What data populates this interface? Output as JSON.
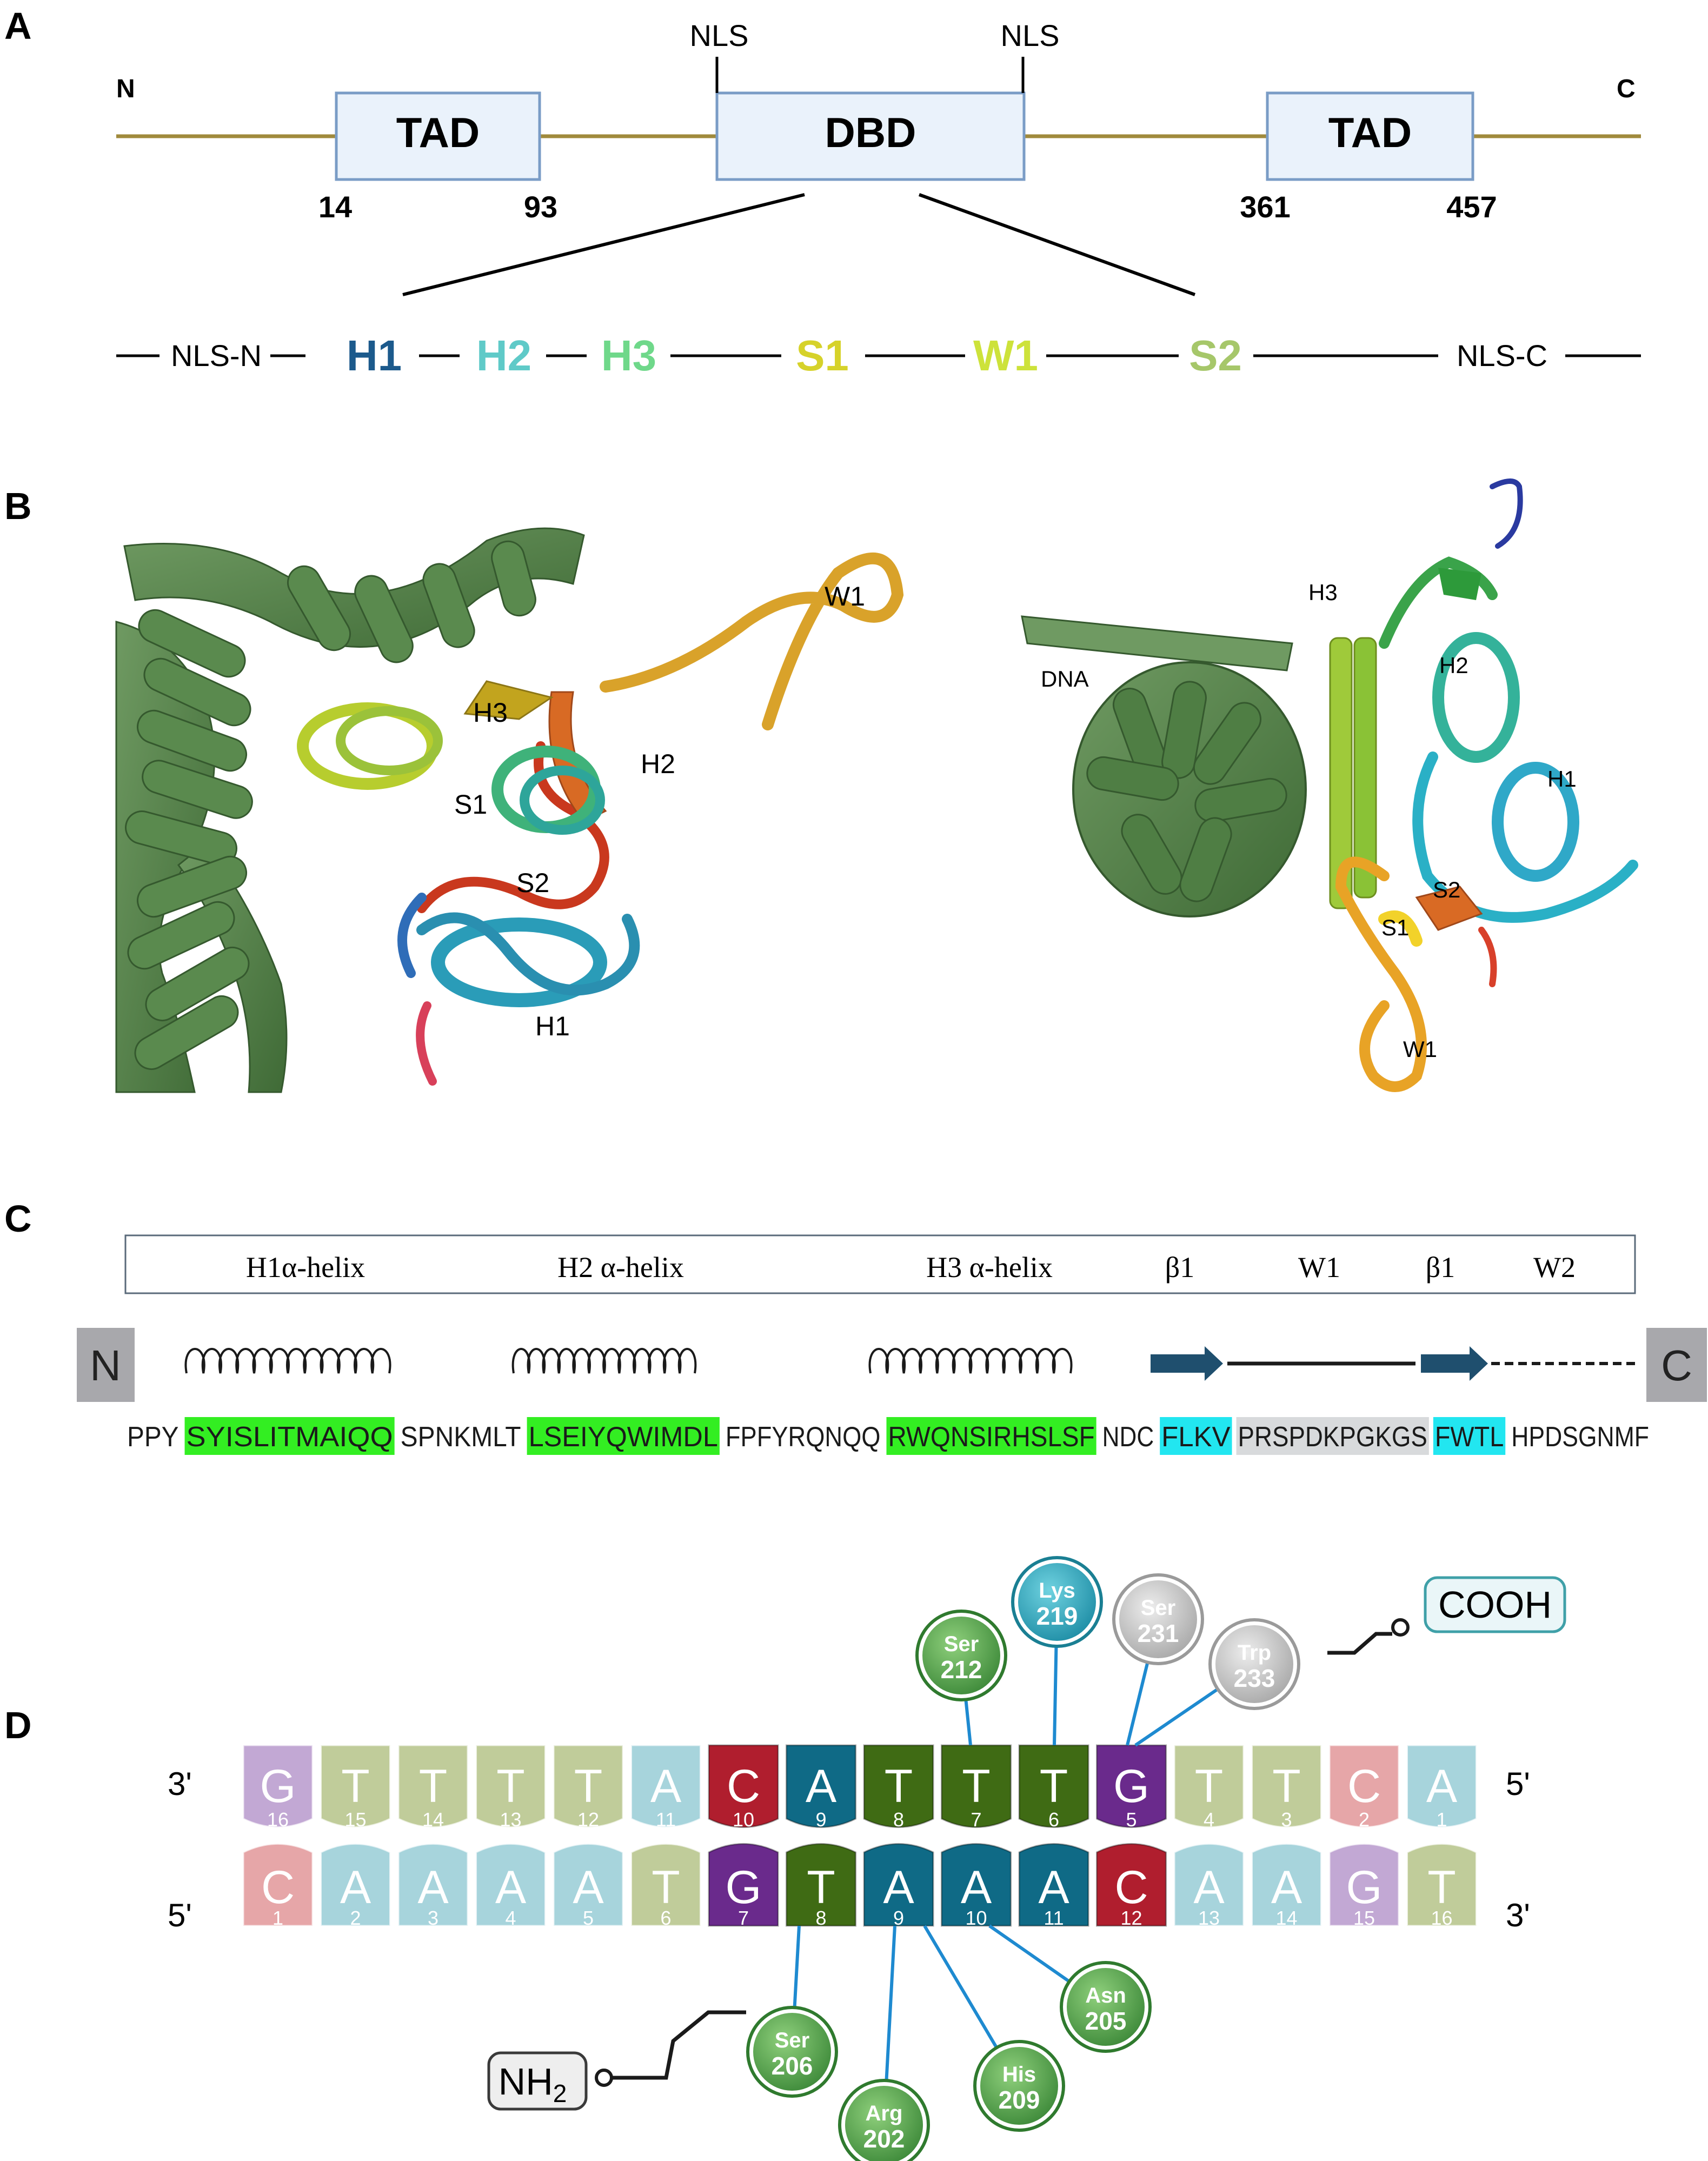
{
  "panel_letters": {
    "a": "A",
    "b": "B",
    "c": "C",
    "d": "D"
  },
  "panel_a": {
    "n_terminus": "N",
    "c_terminus": "C",
    "domain_tad_1": "TAD",
    "domain_dbd": "DBD",
    "domain_tad_2": "TAD",
    "nls_left": "NLS",
    "nls_right": "NLS",
    "pos_14": "14",
    "pos_93": "93",
    "pos_361": "361",
    "pos_457": "457",
    "sub_nls_n": "NLS-N",
    "sub_h1": "H1",
    "sub_h2": "H2",
    "sub_h3": "H3",
    "sub_s1": "S1",
    "sub_w1": "W1",
    "sub_s2": "S2",
    "sub_nls_c": "NLS-C",
    "colors": {
      "h1": "#1c5a8c",
      "h2": "#5fcac8",
      "h3": "#6fd88a",
      "s1": "#d6d22a",
      "w1": "#cde23a",
      "s2": "#a6c76a",
      "backbone": "#a08a3c",
      "box_fill": "#eaf2fb",
      "box_stroke": "#7a9cc6"
    }
  },
  "panel_b": {
    "left": {
      "w1": "W1",
      "h3": "H3",
      "h2": "H2",
      "s1": "S1",
      "s2": "S2",
      "h1": "H1"
    },
    "right": {
      "dna": "DNA",
      "h3": "H3",
      "h2": "H2",
      "h1": "H1",
      "s2": "S2",
      "s1": "S1",
      "w1": "W1"
    }
  },
  "panel_c": {
    "header": [
      "H1α-helix",
      "H2 α-helix",
      "H3 α-helix",
      "β1",
      "W1",
      "β1",
      "W2"
    ],
    "n_label": "N",
    "c_label": "C",
    "sequence": [
      {
        "text": "PPY",
        "hl": "none"
      },
      {
        "text": "SYISLITMAIQQ",
        "hl": "helix"
      },
      {
        "text": "SPNKMLT",
        "hl": "none"
      },
      {
        "text": "LSEIYQWIMDL",
        "hl": "helix"
      },
      {
        "text": "FPFYRQNQQ",
        "hl": "none"
      },
      {
        "text": "RWQNSIRHSLSF",
        "hl": "helix"
      },
      {
        "text": "NDC",
        "hl": "none"
      },
      {
        "text": "FLKV",
        "hl": "strand"
      },
      {
        "text": "PRSPDKPGKGS",
        "hl": "wing"
      },
      {
        "text": "FWTL",
        "hl": "strand"
      },
      {
        "text": "HPDSGNMF",
        "hl": "none"
      }
    ],
    "colors": {
      "helix": "#33ee22",
      "strand": "#22e6f0",
      "wing": "#d8dadc",
      "arrow": "#1f4f6e",
      "terminal_box": "#a8a8ac"
    }
  },
  "panel_d": {
    "strand_top_left": "3'",
    "strand_top_right": "5'",
    "strand_bottom_left": "5'",
    "strand_bottom_right": "3'",
    "top_strand": [
      {
        "base": "G",
        "num": "16"
      },
      {
        "base": "T",
        "num": "15"
      },
      {
        "base": "T",
        "num": "14"
      },
      {
        "base": "T",
        "num": "13"
      },
      {
        "base": "T",
        "num": "12"
      },
      {
        "base": "A",
        "num": "11"
      },
      {
        "base": "C",
        "num": "10"
      },
      {
        "base": "A",
        "num": "9"
      },
      {
        "base": "T",
        "num": "8"
      },
      {
        "base": "T",
        "num": "7"
      },
      {
        "base": "T",
        "num": "6"
      },
      {
        "base": "G",
        "num": "5"
      },
      {
        "base": "T",
        "num": "4"
      },
      {
        "base": "T",
        "num": "3"
      },
      {
        "base": "C",
        "num": "2"
      },
      {
        "base": "A",
        "num": "1"
      }
    ],
    "bottom_strand": [
      {
        "base": "C",
        "num": "1"
      },
      {
        "base": "A",
        "num": "2"
      },
      {
        "base": "A",
        "num": "3"
      },
      {
        "base": "A",
        "num": "4"
      },
      {
        "base": "A",
        "num": "5"
      },
      {
        "base": "T",
        "num": "6"
      },
      {
        "base": "G",
        "num": "7"
      },
      {
        "base": "T",
        "num": "8"
      },
      {
        "base": "A",
        "num": "9"
      },
      {
        "base": "A",
        "num": "10"
      },
      {
        "base": "A",
        "num": "11"
      },
      {
        "base": "C",
        "num": "12"
      },
      {
        "base": "A",
        "num": "13"
      },
      {
        "base": "A",
        "num": "14"
      },
      {
        "base": "G",
        "num": "15"
      },
      {
        "base": "T",
        "num": "16"
      }
    ],
    "top_residues": [
      {
        "name": "Ser",
        "num": "212",
        "color": "green"
      },
      {
        "name": "Lys",
        "num": "219",
        "color": "teal"
      },
      {
        "name": "Ser",
        "num": "231",
        "color": "gray"
      },
      {
        "name": "Trp",
        "num": "233",
        "color": "gray"
      }
    ],
    "bottom_residues": [
      {
        "name": "Ser",
        "num": "206",
        "color": "green"
      },
      {
        "name": "Arg",
        "num": "202",
        "color": "green"
      },
      {
        "name": "His",
        "num": "209",
        "color": "green"
      },
      {
        "name": "Asn",
        "num": "205",
        "color": "green"
      }
    ],
    "cooh_label": "COOH",
    "nh2_label": "NH",
    "nh2_sub": "2",
    "base_colors": {
      "pale": {
        "G": "#c2a8d4",
        "T": "#c0cc9a",
        "A": "#a7d4dc",
        "C": "#e6a6a8"
      },
      "strong": {
        "G": "#6a2a8c",
        "T": "#3f6b14",
        "A": "#0f6a86",
        "C": "#b01e2e"
      }
    }
  }
}
